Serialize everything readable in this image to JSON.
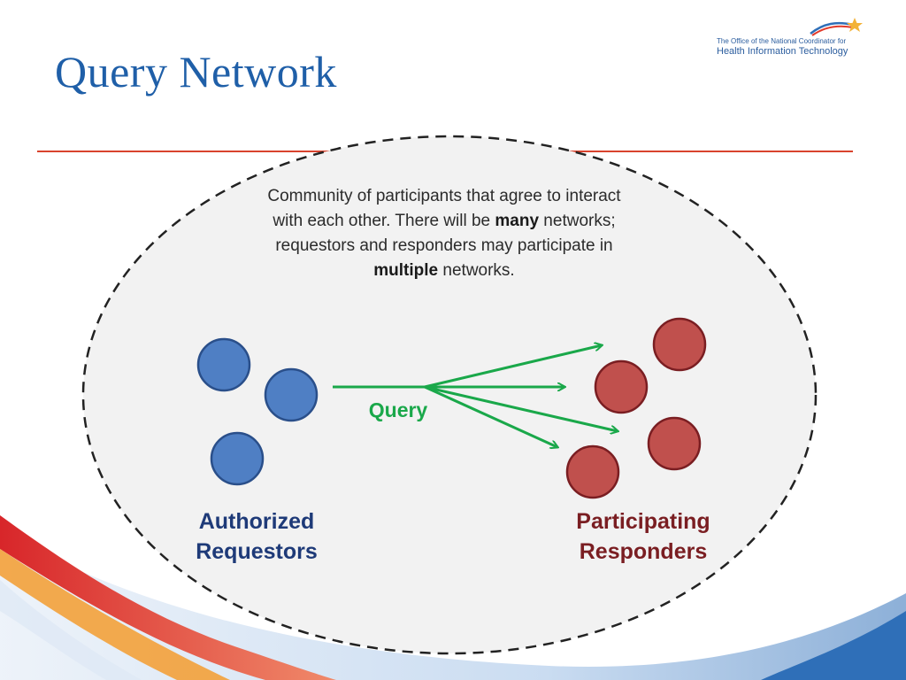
{
  "slide": {
    "title": "Query Network"
  },
  "logo": {
    "line1": "The Office of the National Coordinator for",
    "line2": "Health Information Technology"
  },
  "network": {
    "description_part1": "Community of participants that agree to interact with each other. There will be ",
    "description_bold1": "many",
    "description_part2": " networks; requestors and responders may participate in ",
    "description_bold2": "multiple",
    "description_part3": " networks.",
    "query_label": "Query",
    "requestors_line1": "Authorized",
    "requestors_line2": "Requestors",
    "responders_line1": "Participating",
    "responders_line2": "Responders"
  },
  "colors": {
    "title": "#1f5fa8",
    "rule": "#d9432e",
    "requestor_node": "#4f7fc4",
    "responder_node": "#c0504d",
    "query_arrow": "#1aa84a"
  }
}
